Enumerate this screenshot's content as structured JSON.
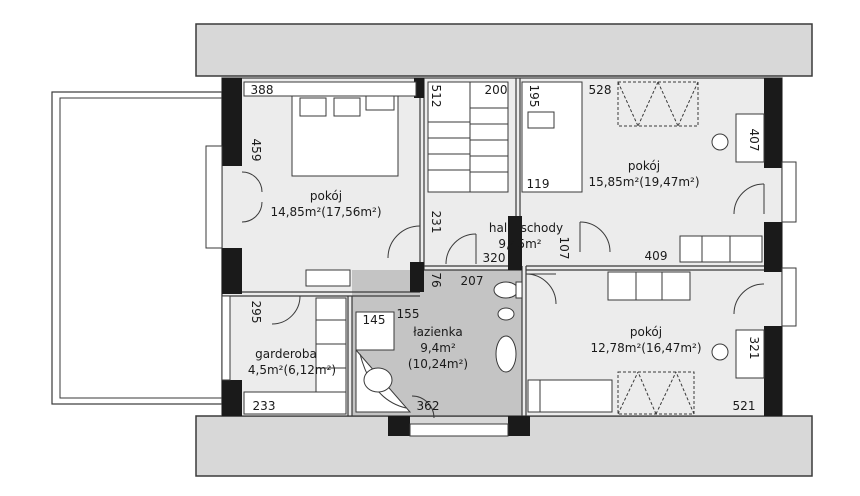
{
  "rooms": {
    "bedroom_left": {
      "name": "pokój",
      "area": "14,85m²(17,56m²)"
    },
    "bedroom_top_right": {
      "name": "pokój",
      "area": "15,85m²(19,47m²)"
    },
    "bedroom_bottom_right": {
      "name": "pokój",
      "area": "12,78m²(16,47m²)"
    },
    "hall": {
      "name": "hall+schody",
      "area": "9,45m²"
    },
    "bathroom": {
      "name": "łazienka",
      "area": "9,4m²",
      "area_total": "(10,24m²)"
    },
    "wardrobe": {
      "name": "garderoba",
      "area": "4,5m²(6,12m²)"
    }
  },
  "dimensions": {
    "bed_left_width": "388",
    "bed_left_height": "459",
    "bed_left_lower": "231",
    "stair_top": "512",
    "hall_top": "200",
    "hall_left": "320",
    "hall_right": "107",
    "hall_bottom_left": "76",
    "bath_width": "207",
    "bath_left": "155",
    "bath_bottom": "362",
    "bath_shower": "145",
    "wardrobe_height": "295",
    "wardrobe_width": "233",
    "tr_width": "528",
    "tr_height": "407",
    "tr_inner": "195",
    "tr_inner2": "119",
    "tr_bottom": "409",
    "br_height": "321",
    "br_bottom": "521"
  },
  "colors": {
    "wall": "#1a1a1a",
    "roof": "#d8d8d8",
    "floor": "#ececec",
    "bathroom_floor": "#c4c4c4",
    "line": "#3a3a3a"
  }
}
